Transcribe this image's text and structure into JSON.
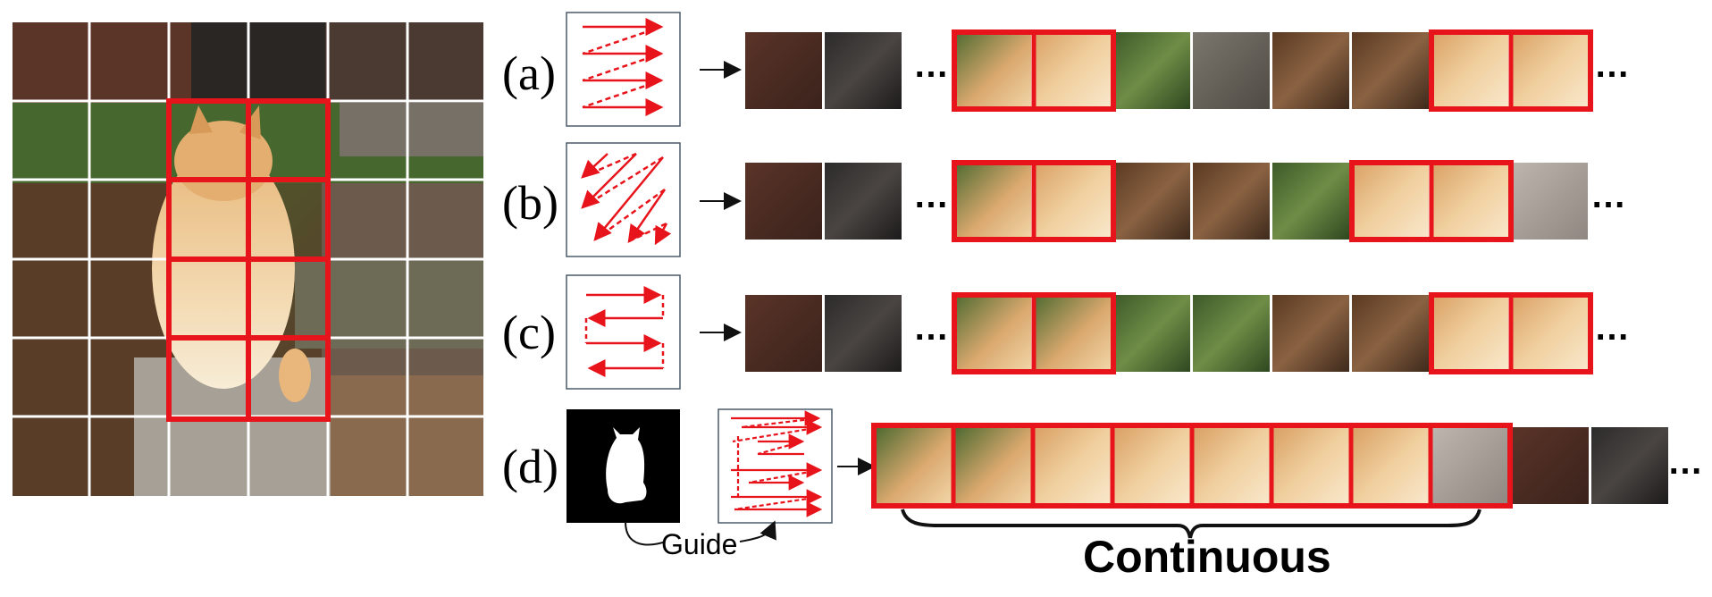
{
  "figure": {
    "row_labels": [
      "(a)",
      "(b)",
      "(c)",
      "(d)"
    ],
    "ellipsis": "…",
    "guide_label": "Guide",
    "continuous_label": "Continuous",
    "scan_patterns": [
      "raster-zigzag",
      "diagonal-zigzag",
      "snake",
      "mask-guided"
    ],
    "colors": {
      "highlight": "#e8141c",
      "grid_line": "#ffffff",
      "mask_bg": "#000000",
      "mask_fg": "#ffffff",
      "arrow": "#111111"
    }
  }
}
